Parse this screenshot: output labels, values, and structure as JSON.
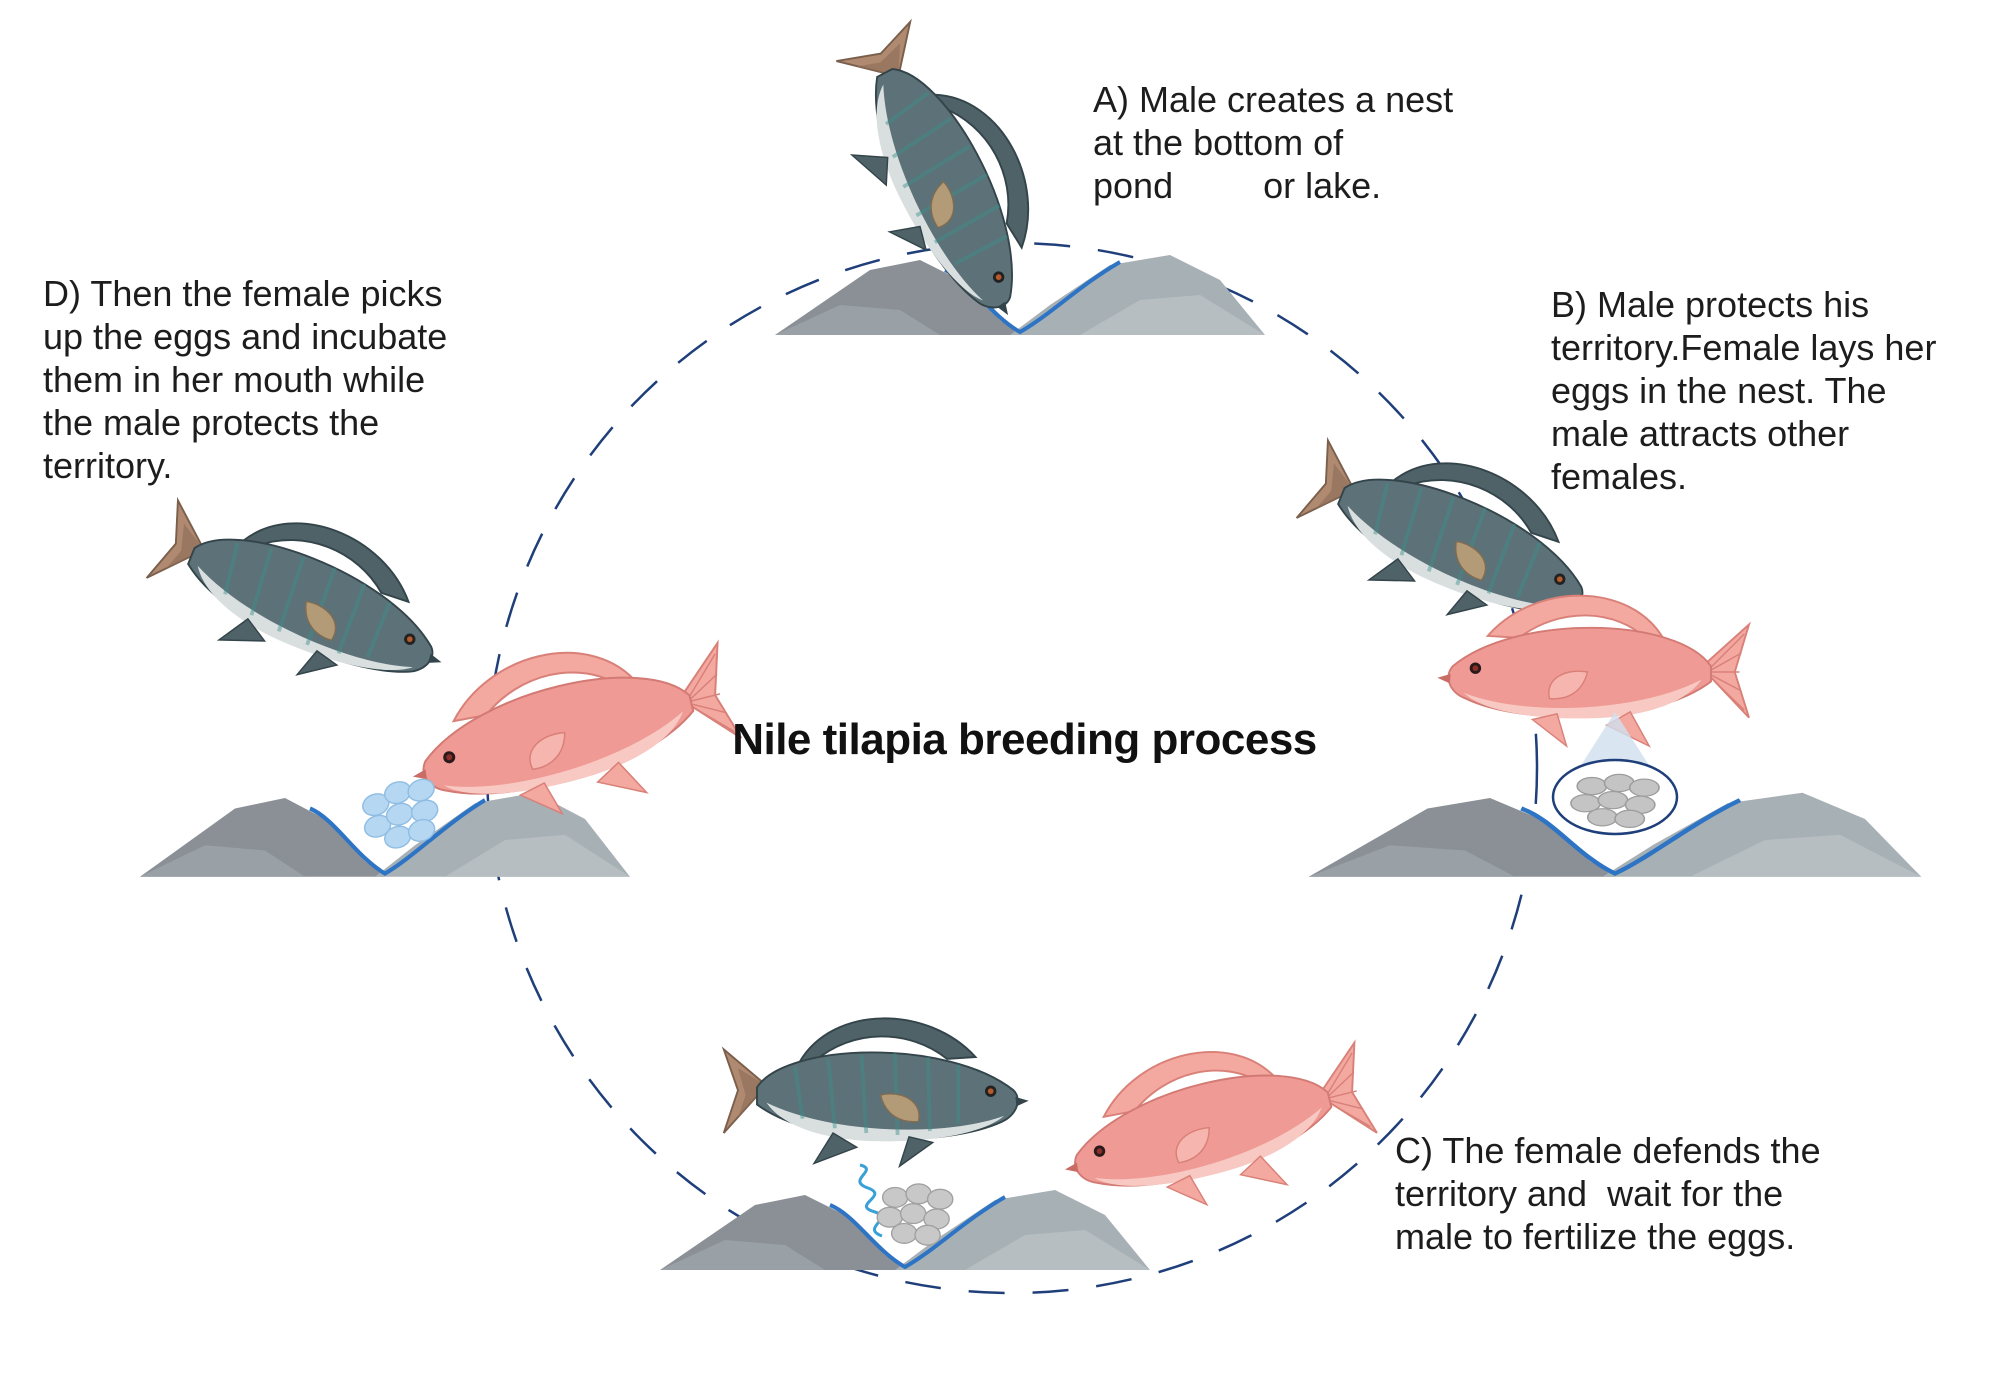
{
  "title": "Nile tilapia breeding process",
  "steps": [
    {
      "id": "A",
      "lines": [
        "A) Male creates a nest",
        "at the bottom of",
        "pond         or lake."
      ]
    },
    {
      "id": "B",
      "lines": [
        "B) Male protects his",
        "territory.Female lays her",
        "eggs in the nest. The",
        "male attracts other",
        "females."
      ]
    },
    {
      "id": "C",
      "lines": [
        "C) The female defends the",
        "territory and  wait for the",
        "male to fertilize the eggs."
      ]
    },
    {
      "id": "D",
      "lines": [
        "D) Then the female picks",
        "up the eggs and incubate",
        "them in her mouth while",
        "the male protects the",
        "territory."
      ]
    }
  ],
  "colors": {
    "cycle_line": "#1f3f7a",
    "rock_dark": "#8a9096",
    "rock_light": "#a7b0b5",
    "nest_water": "#2e74c4",
    "male_fish_body": "#5c7278",
    "male_fish_belly": "#cfd6d6",
    "male_fish_tail": "#b08a70",
    "female_fish_body": "#ef9a94",
    "female_fish_fin": "#f3a8a0",
    "eggs_grey": "#c4c4c4",
    "eggs_blue": "#b6d7f2",
    "sperm": "#3aa0d8"
  }
}
